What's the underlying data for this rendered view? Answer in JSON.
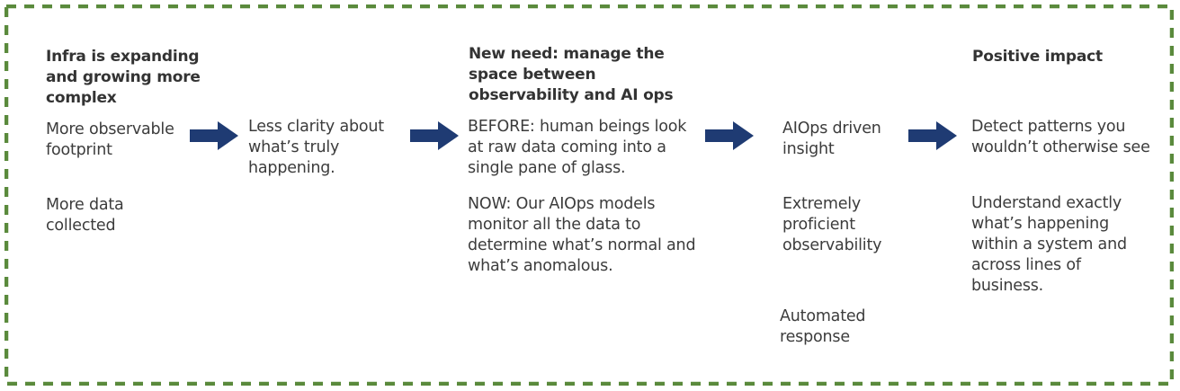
{
  "colors": {
    "border": "#5a8a3c",
    "arrow": "#1f3b73",
    "text": "#3c3c3c"
  },
  "columns": [
    {
      "heading": "Infra is expanding and growing more complex",
      "items": [
        "More observable footprint",
        "More data collected"
      ]
    },
    {
      "heading": "",
      "items": [
        "Less clarity about what’s truly happening."
      ]
    },
    {
      "heading": "New need: manage the space between observability and AI ops",
      "items": [
        "BEFORE: human beings look at raw data coming into a single pane of glass.",
        "NOW: Our AIOps models monitor all the data to determine what’s normal and what’s anomalous."
      ]
    },
    {
      "heading": "",
      "items": [
        "AIOps driven insight",
        "Extremely proficient observability",
        "Automated response"
      ]
    },
    {
      "heading": "Positive impact",
      "items": [
        "Detect patterns you wouldn’t otherwise see",
        "Understand exactly what’s happening within a system and across lines of business."
      ]
    }
  ],
  "arrows": [
    "arrow-right-icon",
    "arrow-right-icon",
    "arrow-right-icon",
    "arrow-right-icon"
  ]
}
